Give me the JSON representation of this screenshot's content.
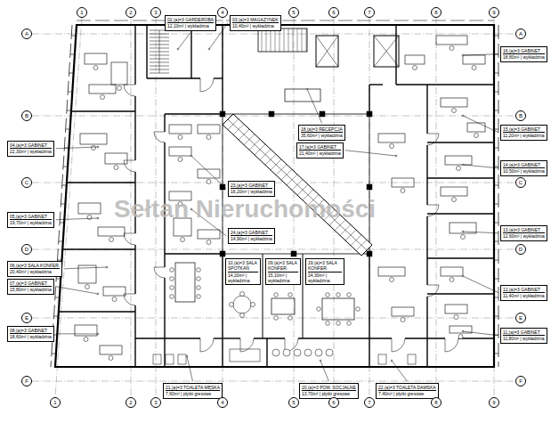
{
  "diagram": {
    "nodes": [
      {
        "text": [
          "1"
        ]
      },
      {
        "text": [
          "2"
        ]
      },
      {
        "text": [
          "3"
        ]
      },
      {
        "text": [
          "4"
        ]
      },
      {
        "text": [
          "5"
        ]
      },
      {
        "text": [
          "6"
        ]
      },
      {
        "text": [
          "7"
        ]
      },
      {
        "text": [
          "8"
        ]
      },
      {
        "text": [
          "9"
        ]
      },
      {
        "text": [
          "02,(a)=3 GARDEROBA",
          "12,10m² | wykładzina"
        ]
      },
      {
        "text": [
          "03,(a)=3 MAGAZYNEK",
          "10,40m² | wykładzina"
        ]
      },
      {
        "text": [
          "16,(a)=3 GABINET",
          "18,80m² | wykładzina"
        ]
      },
      {
        "text": [
          "18,(a)=3 RECEPCJA",
          "35,60m² | wykładzina"
        ]
      },
      {
        "text": [
          "17,(a)=3 GABINET",
          "21,40m² | wykładzina"
        ]
      },
      {
        "text": [
          "15,(a)=3 GABINET",
          "11,20m² | wykładzina"
        ]
      },
      {
        "text": [
          "04,(a)=3 GABINET",
          "22,30m² | wykładzina"
        ]
      },
      {
        "text": [
          "14,(a)=3 GABINET",
          "10,50m² | wykładzina"
        ]
      },
      {
        "text": [
          "23,(a)=3 GABINET",
          "16,20m² | wykładzina"
        ]
      },
      {
        "text": [
          "24,(a)=3 GABINET",
          "14,90m² | wykładzina"
        ]
      },
      {
        "text": [
          "05,(a)=3 GABINET",
          "19,70m² | wykładzina"
        ]
      },
      {
        "text": [
          "13,(a)=3 GABINET",
          "12,60m² | wykładzina"
        ]
      },
      {
        "text": [
          "10,(a)=3 SALA SPOTKAŃ",
          "14,20m² | wykładzina"
        ]
      },
      {
        "text": [
          "09,(a)=3 SALA KONFER.",
          "15,10m² | wykładzina"
        ]
      },
      {
        "text": [
          "19,(a)=3 SALA KONFER.",
          "24,30m² | wykładzina"
        ]
      },
      {
        "text": [
          "06,(a)=3 SALA KONFER.",
          "20,40m² | wykładzina"
        ]
      },
      {
        "text": [
          "07,(a)=3 GABINET",
          "15,80m² | wykładzina"
        ]
      },
      {
        "text": [
          "12,(a)=3 GABINET",
          "11,40m² | wykładzina"
        ]
      },
      {
        "text": [
          "08,(a)=3 GABINET",
          "18,60m² | wykładzina"
        ]
      },
      {
        "text": [
          "11,(a)=3 GABINET",
          "11,80m² | wykładzina"
        ]
      },
      {
        "text": [
          "21,(a)=3 TOALETA MĘSKA",
          "7,60m² | płytki gresowe"
        ]
      },
      {
        "text": [
          "20,(a)=3 POM. SOCJALNE",
          "13,70m² | płytki gresowe"
        ]
      },
      {
        "text": [
          "22,(a)=3 TOALETA DAMSKA",
          "7,40m² | płytki gresowe"
        ]
      },
      {
        "text": [
          "A"
        ]
      },
      {
        "text": [
          "B"
        ]
      },
      {
        "text": [
          "C"
        ]
      },
      {
        "text": [
          "D"
        ]
      },
      {
        "text": [
          "E"
        ]
      },
      {
        "text": [
          "F"
        ]
      },
      {
        "text": [
          "A"
        ]
      },
      {
        "text": [
          "B"
        ]
      },
      {
        "text": [
          "C"
        ]
      },
      {
        "text": [
          "D"
        ]
      },
      {
        "text": [
          "E"
        ]
      },
      {
        "text": [
          "F"
        ]
      },
      {
        "text": [
          "1"
        ]
      },
      {
        "text": [
          "2"
        ]
      },
      {
        "text": [
          "3"
        ]
      },
      {
        "text": [
          "4"
        ]
      },
      {
        "text": [
          "5"
        ]
      },
      {
        "text": [
          "6"
        ]
      },
      {
        "text": [
          "7"
        ]
      },
      {
        "text": [
          "8"
        ]
      },
      {
        "text": [
          "9"
        ]
      }
    ],
    "labels": [
      "Sełtan Nieruchomości"
    ]
  }
}
